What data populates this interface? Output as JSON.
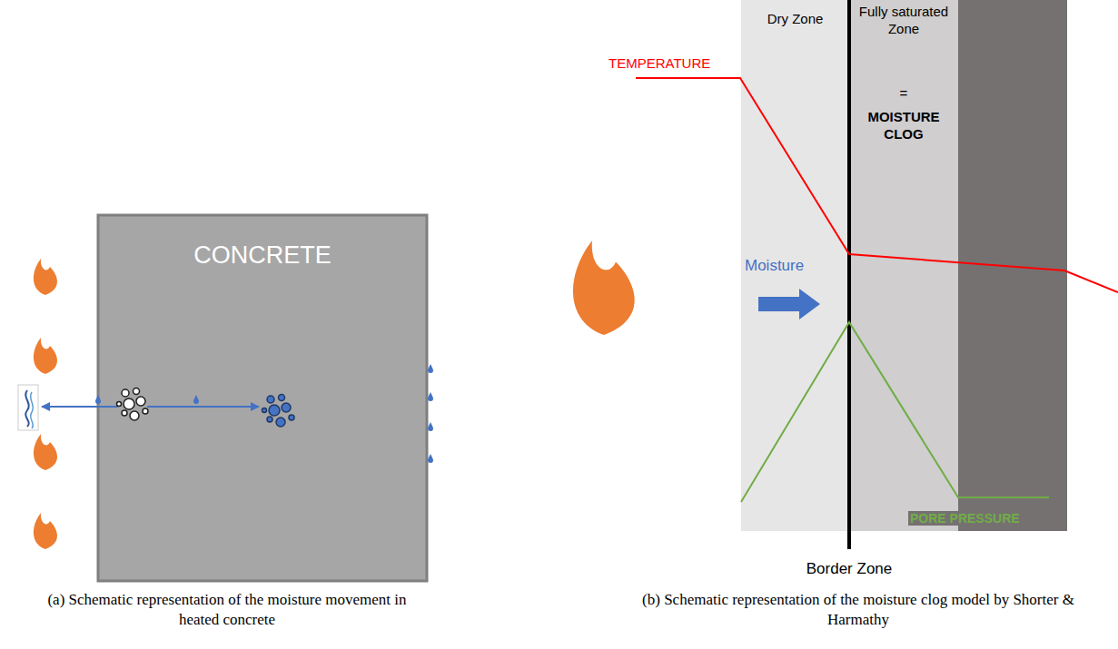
{
  "diagram": {
    "nodes": [
      {
        "text": [
          "CONCRETE"
        ]
      },
      {
        "text": [
          "Dry Zone"
        ]
      },
      {
        "text": [
          "Fully saturated Zone",
          "=",
          "MOISTURE CLOG"
        ]
      }
    ],
    "labels": [
      "TEMPERATURE",
      "Moisture",
      "PORE PRESSURE",
      "Border Zone",
      "(a) Schematic representation of the moisture movement in heated concrete",
      "(b) Schematic representation of the moisture clog model by Shorter & Harmathy"
    ]
  }
}
